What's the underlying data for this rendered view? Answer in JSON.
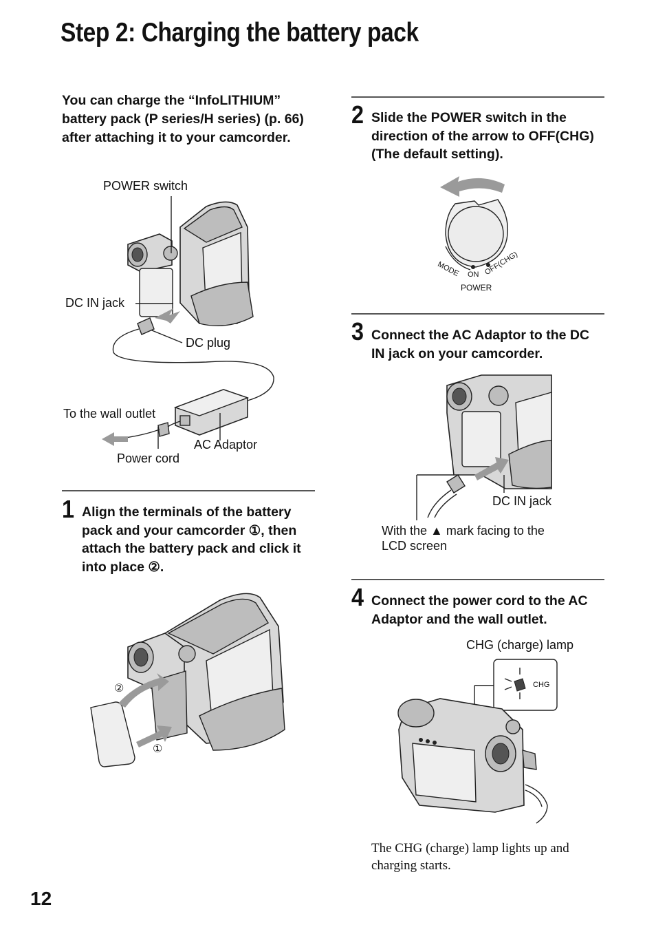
{
  "page": {
    "title": "Step 2: Charging the battery pack",
    "page_number": "12"
  },
  "intro": "You can charge the “InfoLITHIUM” battery pack (P series/H series) (p. 66) after attaching it to your camcorder.",
  "overview_labels": {
    "power_switch": "POWER switch",
    "dc_in_jack": "DC IN jack",
    "dc_plug": "DC plug",
    "wall_outlet": "To the wall outlet",
    "ac_adaptor": "AC Adaptor",
    "power_cord": "Power cord"
  },
  "steps": [
    {
      "number": "1",
      "text": "Align the terminals of the battery pack and your camcorder ①, then attach the battery pack and click it into place ②.",
      "callouts": [
        "②",
        "①"
      ]
    },
    {
      "number": "2",
      "text": "Slide the POWER switch in the direction of the arrow to OFF(CHG) (The default setting).",
      "dial_labels": [
        "MODE",
        "ON",
        "OFF(CHG)"
      ],
      "dial_caption": "POWER"
    },
    {
      "number": "3",
      "text": "Connect the AC Adaptor to the DC IN jack on your camcorder.",
      "label_dc_in": "DC IN jack",
      "label_mark_line1": "With the ▲ mark facing to the",
      "label_mark_line2": "LCD screen"
    },
    {
      "number": "4",
      "text": "Connect the power cord to the AC Adaptor and the wall outlet.",
      "label_lamp": "CHG (charge) lamp",
      "lamp_text": "CHG",
      "note": "The CHG (charge) lamp lights up and charging starts."
    }
  ]
}
